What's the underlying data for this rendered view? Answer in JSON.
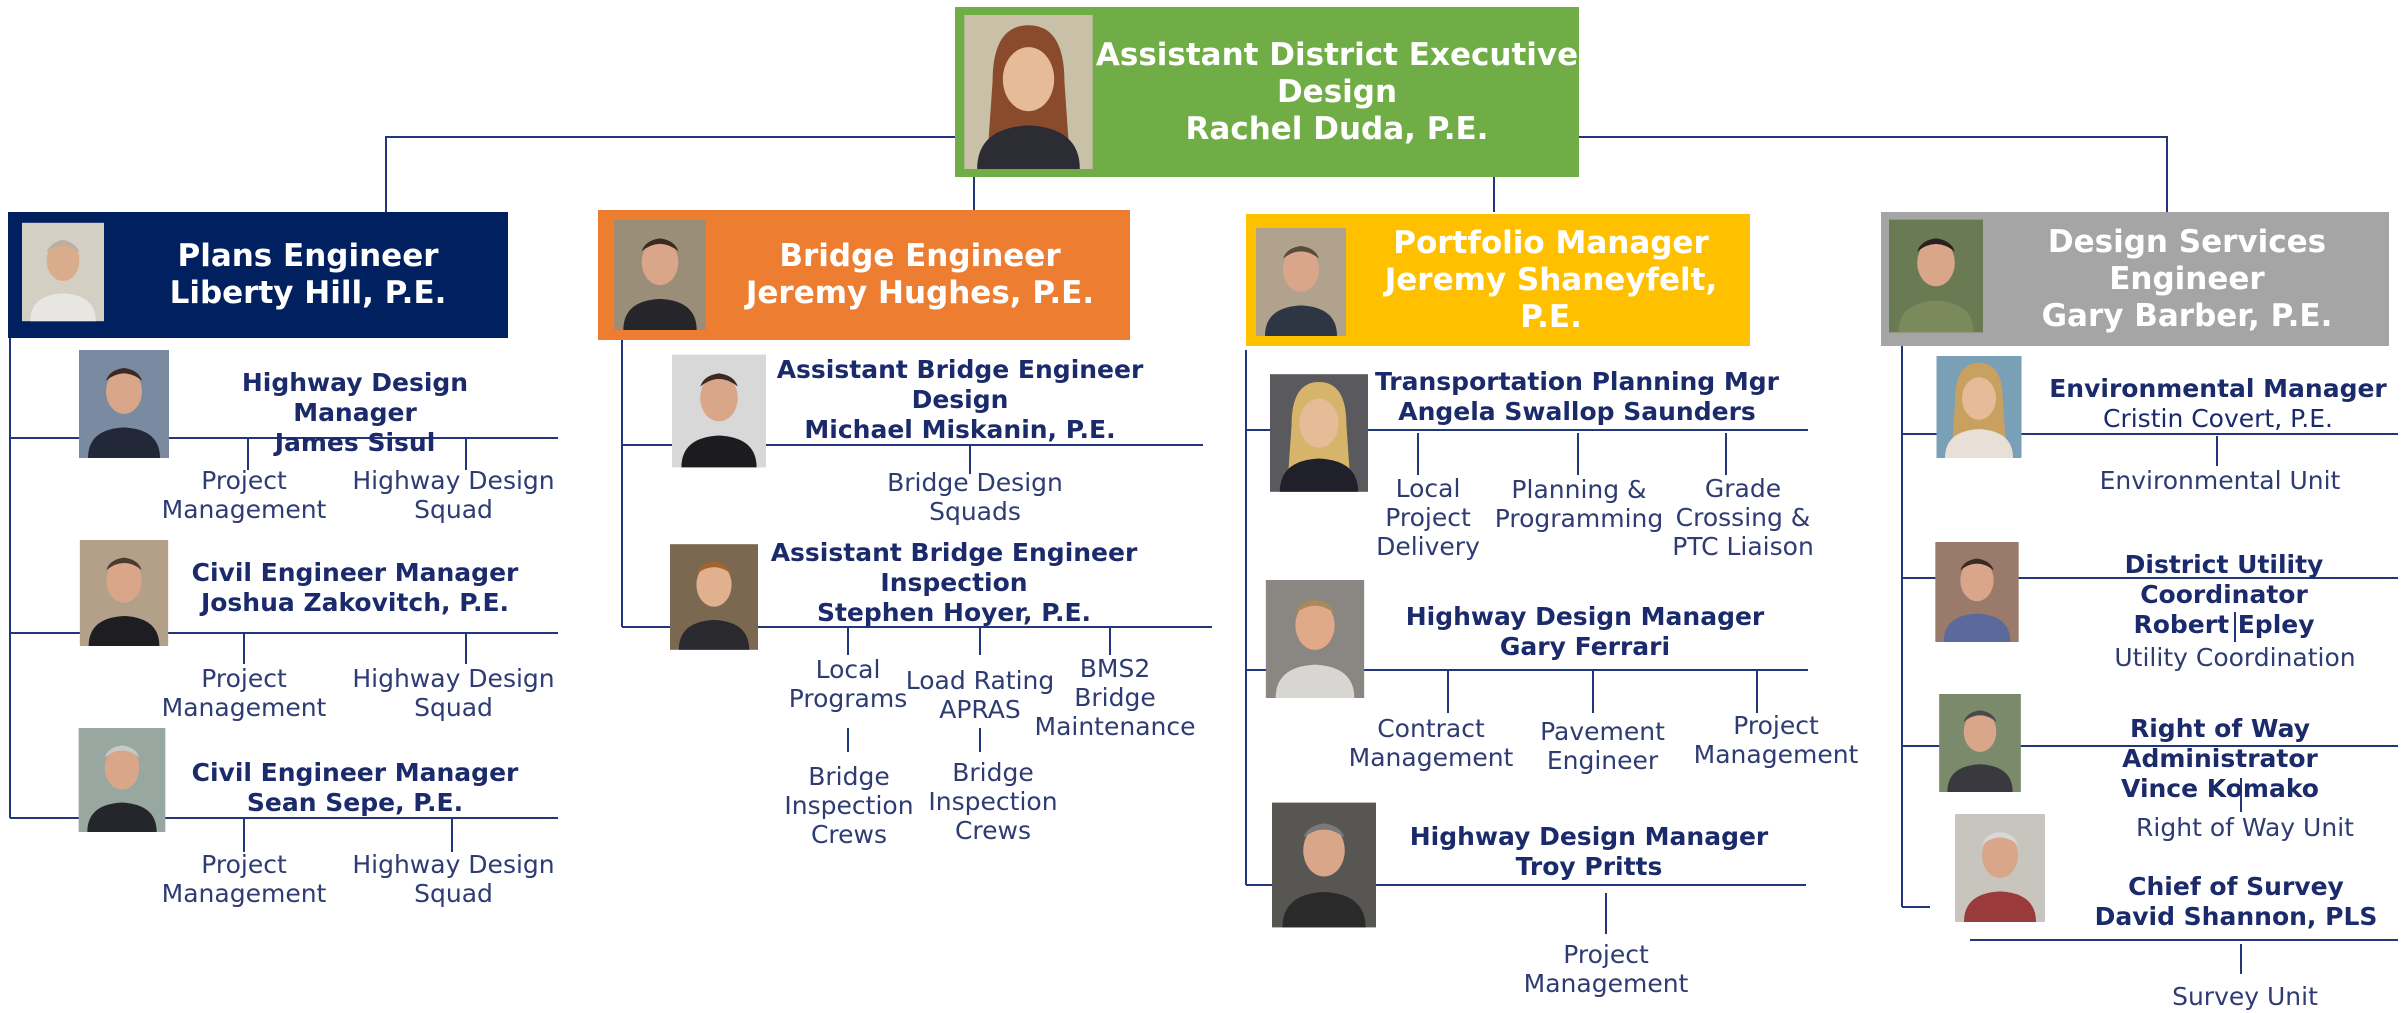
{
  "colors": {
    "line": "#22367a",
    "title_text": "#1b2a6b",
    "sub_text": "#2e3c73",
    "top_box": "#70ad47",
    "plans_box": "#002060",
    "bridge_box": "#ed7d31",
    "portfolio_box": "#ffc000",
    "design_services_box": "#a5a5a5"
  },
  "top": {
    "role": "Assistant District Executive",
    "area": "Design",
    "name": "Rachel Duda, P.E.",
    "photo_icon": "portrait-photo"
  },
  "col1": {
    "head": {
      "role": "Plans Engineer",
      "name": "Liberty Hill, P.E.",
      "photo_icon": "portrait-photo"
    },
    "m1": {
      "role": "Highway Design Manager",
      "name": "James Sisul",
      "photo_icon": "portrait-photo",
      "subs": [
        "Project\nManagement",
        "Highway Design\nSquad"
      ]
    },
    "m2": {
      "role": "Civil Engineer Manager",
      "name": "Joshua Zakovitch, P.E.",
      "photo_icon": "portrait-photo",
      "subs": [
        "Project\nManagement",
        "Highway Design\nSquad"
      ]
    },
    "m3": {
      "role": "Civil Engineer Manager",
      "name": "Sean Sepe, P.E.",
      "photo_icon": "portrait-photo",
      "subs": [
        "Project\nManagement",
        "Highway Design\nSquad"
      ]
    }
  },
  "col2": {
    "head": {
      "role": "Bridge Engineer",
      "name": "Jeremy Hughes, P.E.",
      "photo_icon": "portrait-photo"
    },
    "m1": {
      "role": "Assistant Bridge Engineer",
      "area": "Design",
      "name": "Michael Miskanin, P.E.",
      "photo_icon": "portrait-photo",
      "subs": [
        "Bridge Design\nSquads"
      ]
    },
    "m2": {
      "role": "Assistant Bridge Engineer",
      "area": "Inspection",
      "name": "Stephen Hoyer, P.E.",
      "photo_icon": "portrait-photo",
      "subs": [
        "Local\nPrograms",
        "Load Rating\nAPRAS",
        "BMS2\nBridge\nMaintenance"
      ],
      "subs2": [
        "Bridge\nInspection\nCrews",
        "Bridge\nInspection\nCrews"
      ]
    }
  },
  "col3": {
    "head": {
      "role": "Portfolio Manager",
      "name": "Jeremy Shaneyfelt, P.E.",
      "photo_icon": "portrait-photo"
    },
    "m1": {
      "role": "Transportation  Planning Mgr",
      "name": "Angela Swallop Saunders",
      "photo_icon": "portrait-photo",
      "subs": [
        "Local\nProject\nDelivery",
        "Planning &\nProgramming",
        "Grade\nCrossing &\nPTC Liaison"
      ]
    },
    "m2": {
      "role": "Highway Design Manager",
      "name": "Gary Ferrari",
      "photo_icon": "portrait-photo",
      "subs": [
        "Contract\nManagement",
        "Pavement\nEngineer",
        "Project\nManagement"
      ]
    },
    "m3": {
      "role": "Highway Design Manager",
      "name": "Troy Pritts",
      "photo_icon": "portrait-photo",
      "subs": [
        "Project\nManagement"
      ]
    }
  },
  "col4": {
    "head": {
      "role": "Design Services Engineer",
      "name": "Gary Barber, P.E.",
      "photo_icon": "portrait-photo"
    },
    "m1": {
      "role": "Environmental Manager",
      "name": "Cristin Covert, P.E.",
      "photo_icon": "portrait-photo",
      "subs": [
        "Environmental Unit"
      ]
    },
    "m2": {
      "role": "District Utility Coordinator",
      "name": "Robert Epley",
      "photo_icon": "portrait-photo",
      "subs": [
        "Utility  Coordination"
      ]
    },
    "m3": {
      "role": "Right of Way Administrator",
      "name": "Vince Komako",
      "photo_icon": "portrait-photo",
      "subs": [
        "Right of Way Unit"
      ]
    },
    "m4": {
      "role": "Chief of Survey",
      "name": "David Shannon, PLS",
      "photo_icon": "portrait-photo",
      "subs": [
        "Survey Unit"
      ]
    }
  }
}
